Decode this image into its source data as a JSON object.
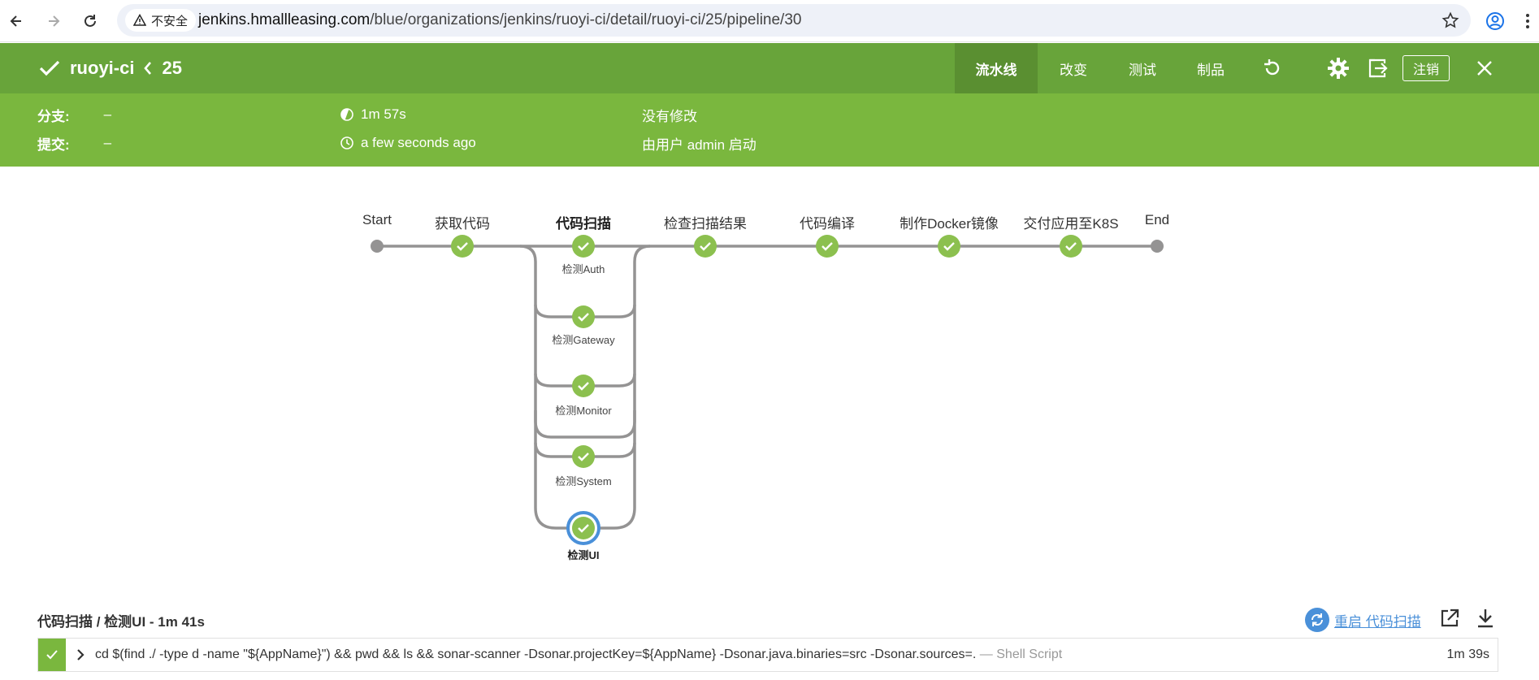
{
  "browser": {
    "security_label": "不安全",
    "url_host": "jenkins.hmallleasing.com",
    "url_path": "/blue/organizations/jenkins/ruoyi-ci/detail/ruoyi-ci/25/pipeline/30"
  },
  "header": {
    "pipeline_name": "ruoyi-ci",
    "run_number": "25",
    "tabs": [
      {
        "label": "流水线",
        "active": true
      },
      {
        "label": "改变",
        "active": false
      },
      {
        "label": "测试",
        "active": false
      },
      {
        "label": "制品",
        "active": false
      }
    ],
    "logout_label": "注销"
  },
  "info": {
    "branch_label": "分支:",
    "branch_value": "–",
    "commit_label": "提交:",
    "commit_value": "–",
    "duration": "1m 57s",
    "time_ago": "a few seconds ago",
    "changes": "没有修改",
    "started_by": "由用户 admin 启动"
  },
  "pipeline": {
    "stages": [
      {
        "label": "Start",
        "type": "start"
      },
      {
        "label": "获取代码",
        "type": "success"
      },
      {
        "label": "代码扫描",
        "type": "parallel",
        "selected": true
      },
      {
        "label": "检查扫描结果",
        "type": "success"
      },
      {
        "label": "代码编译",
        "type": "success"
      },
      {
        "label": "制作Docker镜像",
        "type": "success"
      },
      {
        "label": "交付应用至K8S",
        "type": "success"
      },
      {
        "label": "End",
        "type": "end"
      }
    ],
    "branches": [
      {
        "label": "检测Auth",
        "selected": false
      },
      {
        "label": "检测Gateway",
        "selected": false
      },
      {
        "label": "检测Monitor",
        "selected": false
      },
      {
        "label": "检测System",
        "selected": false
      },
      {
        "label": "检测UI",
        "selected": true
      }
    ]
  },
  "step_view": {
    "title": "代码扫描 / 检测UI - 1m 41s",
    "restart_label": "重启 代码扫描",
    "steps": [
      {
        "command": "cd $(find ./ -type d -name \"${AppName}\") && pwd && ls && sonar-scanner -Dsonar.projectKey=${AppName} -Dsonar.java.binaries=src -Dsonar.sources=.",
        "type_label": "— Shell Script",
        "duration": "1m 39s"
      }
    ]
  },
  "colors": {
    "header_green": "#68a43a",
    "info_green": "#7ab73e",
    "success_green": "#8cc04f",
    "node_gray": "#949393",
    "selected_ring": "#4a90d9",
    "link_blue": "#4a90d9"
  }
}
